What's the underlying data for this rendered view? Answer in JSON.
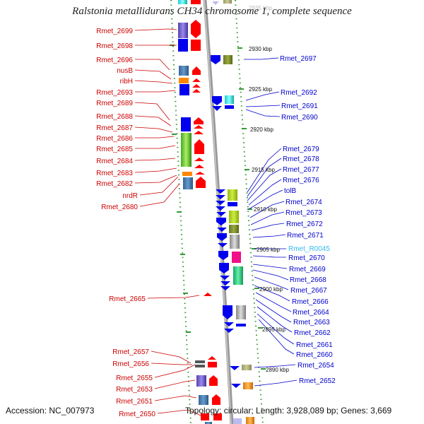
{
  "title": "Ralstonia metallidurans CH34 chromosome 1, complete sequence",
  "accession": "Accession: NC_007973",
  "topology": "Topology: circular; Length: 3,928,089 bp; Genes: 3,669",
  "kbp_labels": [
    {
      "text": "2935 kbp",
      "faint": true
    },
    {
      "text": "2930 kbp"
    },
    {
      "text": "2925 kbp"
    },
    {
      "text": "2920 kbp"
    },
    {
      "text": "2915 kbp"
    },
    {
      "text": "2910 kbp"
    },
    {
      "text": "2905 kbp"
    },
    {
      "text": "2900 kbp"
    },
    {
      "text": "2895 kbp"
    },
    {
      "text": "2890 kbp"
    }
  ],
  "left_genes": [
    "Rmet_2699",
    "Rmet_2698",
    "Rmet_2696",
    "nusB",
    "ribH",
    "Rmet_2693",
    "Rmet_2689",
    "Rmet_2688",
    "Rmet_2687",
    "Rmet_2686",
    "Rmet_2685",
    "Rmet_2684",
    "Rmet_2683",
    "Rmet_2682",
    "nrdR",
    "Rmet_2680",
    "Rmet_2665",
    "Rmet_2657",
    "Rmet_2656",
    "Rmet_2655",
    "Rmet_2653",
    "Rmet_2651",
    "Rmet_2650"
  ],
  "right_genes": [
    {
      "name": "Rmet_2697"
    },
    {
      "name": "Rmet_2692"
    },
    {
      "name": "Rmet_2691"
    },
    {
      "name": "Rmet_2690"
    },
    {
      "name": "Rmet_2679"
    },
    {
      "name": "Rmet_2678"
    },
    {
      "name": "Rmet_2677"
    },
    {
      "name": "Rmet_2676"
    },
    {
      "name": "tolB"
    },
    {
      "name": "Rmet_2674"
    },
    {
      "name": "Rmet_2673"
    },
    {
      "name": "Rmet_2672"
    },
    {
      "name": "Rmet_2671"
    },
    {
      "name": "Rmet_R0045",
      "rna": true
    },
    {
      "name": "Rmet_2670"
    },
    {
      "name": "Rmet_2669"
    },
    {
      "name": "Rmet_2668"
    },
    {
      "name": "Rmet_2667"
    },
    {
      "name": "Rmet_2666"
    },
    {
      "name": "Rmet_2664"
    },
    {
      "name": "Rmet_2663"
    },
    {
      "name": "Rmet_2662"
    },
    {
      "name": "Rmet_2661"
    },
    {
      "name": "Rmet_2660"
    },
    {
      "name": "Rmet_2654"
    },
    {
      "name": "Rmet_2652"
    }
  ],
  "colors": {
    "forward_strand": "#ff0000",
    "reverse_strand": "#0000ee",
    "backbone": "#999999",
    "ticks": "#339933",
    "left_label": "#cc0000",
    "right_label": "#0000cc",
    "rna_label": "#33bbee"
  }
}
